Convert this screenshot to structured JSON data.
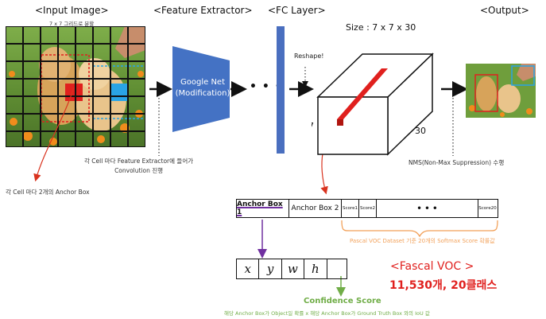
{
  "headers": {
    "input": "<Input Image>",
    "feature": "<Feature Extractor>",
    "fc": "<FC Layer>",
    "output": "<Output>"
  },
  "input_sub": "7 x 7 그리드로 분할",
  "google_net": [
    "Google Net",
    "(Modification)"
  ],
  "ellipsis": "• • •",
  "reshape": "Reshape!",
  "size_label": "Size : 7 x 7 x 30",
  "cube": {
    "h": "7",
    "w": "7",
    "d": "30"
  },
  "note_cell": [
    "각 Cell 마다 Feature Extractor에 들어가",
    "Convolution 진행"
  ],
  "note_anchor": "각 Cell 마다 2개의 Anchor Box",
  "nms": "NMS(Non-Max Suppression) 수행",
  "vector": {
    "anchor1": "Anchor Box 1",
    "anchor2": "Anchor Box 2",
    "score1": "Score1",
    "score2": "Score2",
    "dots": "• • •",
    "score20": "Score20"
  },
  "softmax_note": "Pascal VOC Dataset 기준 20개의 Softmax Score 확률값",
  "bbox": [
    "x",
    "y",
    "w",
    "h"
  ],
  "confidence_title": "Confidence Score",
  "confidence_desc": "해당 Anchor Box가 Object일 확률 x 해당 Anchor Box가 Ground Truth Box 와의 IoU 값",
  "dataset": [
    "<Fascal VOC >",
    "11,530개, 20클래스"
  ],
  "colors": {
    "accent_red": "#e0201e",
    "google_blue": "#4472c4",
    "fc_blue": "#4a6fbf",
    "orange": "#f2a15a",
    "purple": "#7030a0",
    "green": "#70ad47"
  }
}
